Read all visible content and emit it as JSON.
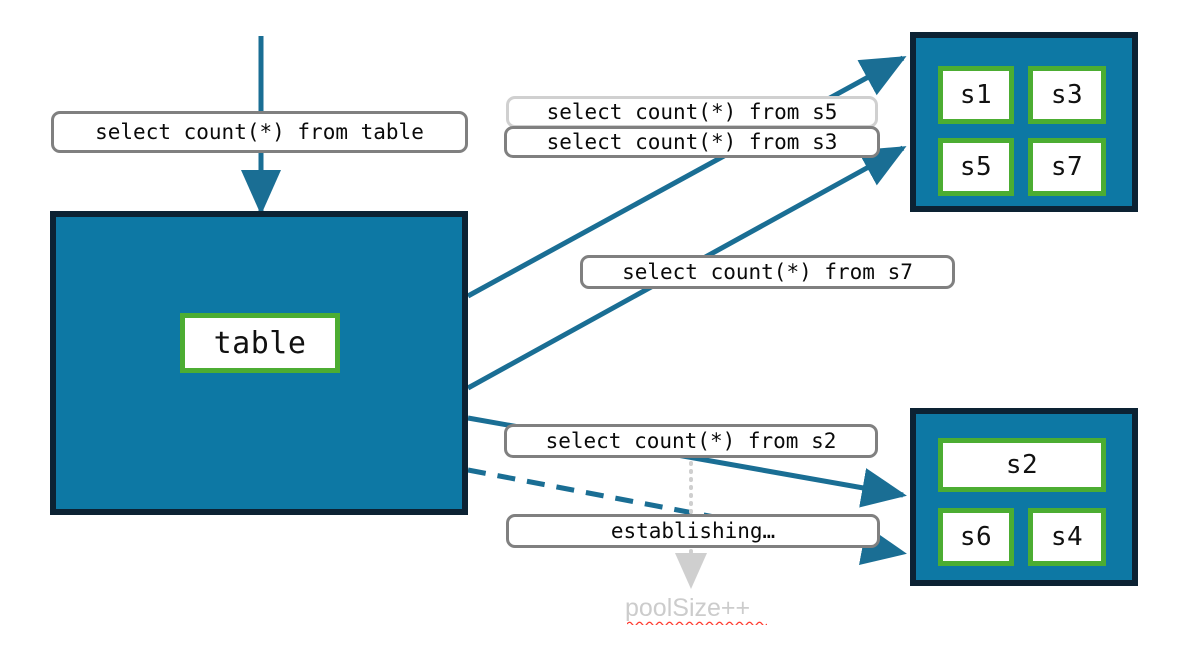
{
  "diagram": {
    "title": "sharded table query fan-out",
    "colors": {
      "node_fill": "#0d78a4",
      "node_border": "#0c2233",
      "chip_border": "#4cad32",
      "chip_fill": "#ffffff",
      "edge": "#1a6e94",
      "label_border": "#808080",
      "label_border_faded": "#d0d0d0",
      "annotation_text": "#cccccc",
      "spellcheck_underline": "#ff3b30"
    }
  },
  "source_node": {
    "name": "table-container",
    "chip_label": "table"
  },
  "target_node_top": {
    "name": "shard-group-top",
    "chips": [
      {
        "label": "s1"
      },
      {
        "label": "s3"
      },
      {
        "label": "s5"
      },
      {
        "label": "s7"
      }
    ]
  },
  "target_node_bottom": {
    "name": "shard-group-bottom",
    "chips": [
      {
        "label": "s2"
      },
      {
        "label": "s6"
      },
      {
        "label": "s4"
      }
    ]
  },
  "labels": {
    "root_query": "select count(*) from table",
    "query_s5": "select count(*) from s5",
    "query_s3": "select count(*) from s3",
    "query_s7": "select count(*) from s7",
    "query_s2": "select count(*) from s2",
    "establishing": "establishing…"
  },
  "annotations": {
    "pool_size": "poolSize++"
  }
}
